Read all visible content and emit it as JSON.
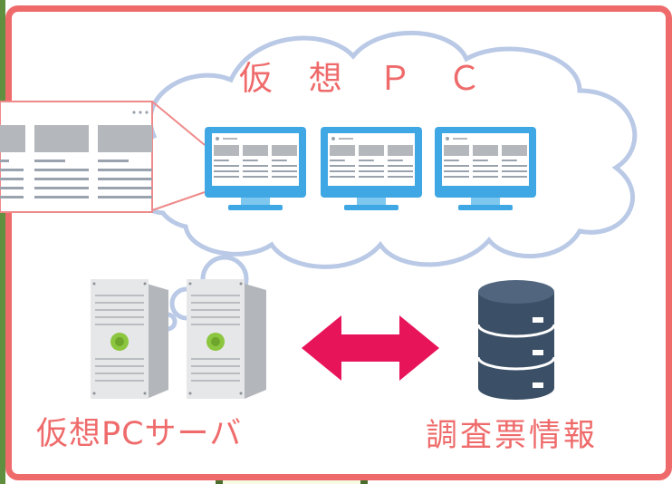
{
  "cloud": {
    "title": "仮 想 Ｐ Ｃ"
  },
  "server": {
    "label": "仮想PCサーバ"
  },
  "database": {
    "label": "調査票情報"
  },
  "colors": {
    "frame": "#ef6b6b",
    "arrow": "#e8145a",
    "cloud_stroke": "#b9c9e6",
    "monitor": "#3fa7e3",
    "database": "#3b4f66"
  }
}
